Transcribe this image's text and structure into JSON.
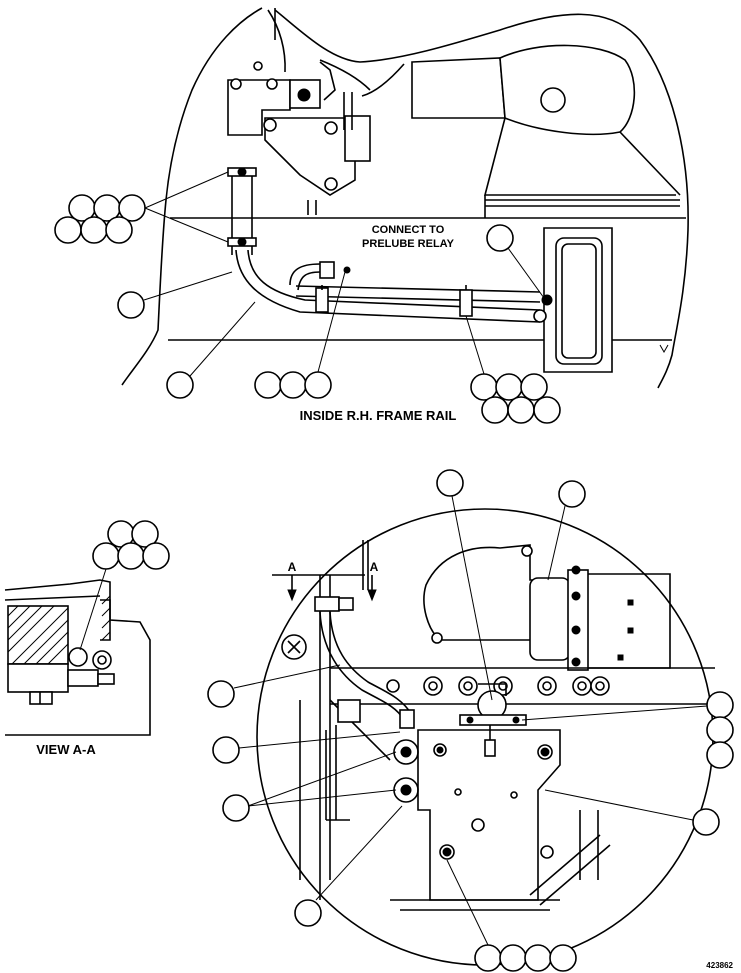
{
  "labels": {
    "connect_line1": "CONNECT TO",
    "connect_line2": "PRELUBE RELAY",
    "frame_rail_caption": "INSIDE R.H. FRAME RAIL",
    "arrow_a_left": "A",
    "arrow_a_right": "A",
    "view_caption": "VIEW A-A",
    "drawing_number": "423862"
  }
}
